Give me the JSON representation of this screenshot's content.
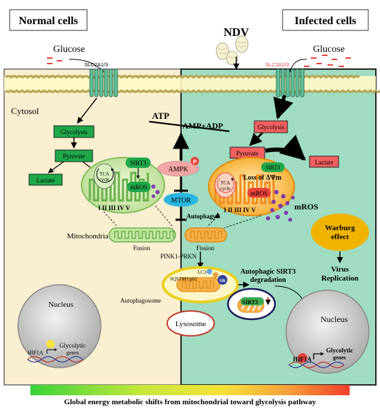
{
  "headers": {
    "normal": "Normal cells",
    "infected": "Infected cells",
    "virus": "NDV"
  },
  "labels": {
    "glucose": "Glucose",
    "transporter": "SLC2A1/3",
    "cytosol": "Cytosol",
    "glycolysis": "Glycolysis",
    "pyruvate": "Pyruvate",
    "lactate": "Lactate",
    "sirt3": "SIRT3",
    "tca": "TCA",
    "cycle": "cycle",
    "mros": "mROS",
    "complexes": "I  II  III  IV  V",
    "loss_dpsi": "Loss of ΔΨm",
    "atp": "ATP",
    "amp_adp": "AMP+ADP",
    "ampk": "AMPK",
    "p": "P",
    "mtor": "MTOR",
    "autophagy": "Autophagy",
    "mitochondria": "Mitochondria",
    "fusion": "Fusion",
    "fission": "Fission",
    "pink1": "PINK1-PRKN",
    "lc3": "LC3",
    "sqstm1": "SQSTM1/p62",
    "ub": "Ub",
    "autophagosome": "Autophagosome",
    "lysosome": "Lysosome",
    "autophagic_line1": "Autophagic SIRT3",
    "autophagic_line2": "degradation",
    "warburg_line1": "Warburg",
    "warburg_line2": "effect",
    "virus_line1": "Virus",
    "virus_line2": "Replication",
    "nucleus": "Nucleus",
    "hif1a": "HIF1A",
    "glycolytic": "Glycolytic",
    "genes": "genes",
    "bottom": "Global energy metabolic shifts from mitochondrial toward glycolysis pathway"
  },
  "colors": {
    "normal_bg": "#fbefd2",
    "infected_bg": "#9fdcc2",
    "green_box": "#1fa84a",
    "red_box": "#f26060",
    "ampk": "#f4a5a5",
    "mtor": "#29b6e0",
    "warburg": "#f0b400",
    "amp_red": "#e8413a"
  },
  "icons": [
    "arrow-icon",
    "inhibition-icon",
    "virus-icon",
    "dna-icon",
    "membrane-channel-icon"
  ]
}
